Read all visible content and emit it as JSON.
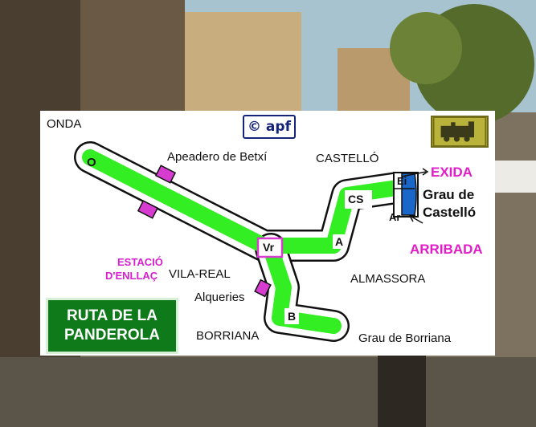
{
  "copyright": "© apf",
  "route_title": {
    "line1": "RUTA DE LA",
    "line2": "PANDEROLA"
  },
  "places": {
    "onda": "ONDA",
    "apeadero": "Apeadero de Betxí",
    "castello": "CASTELLÓ",
    "vila_real": "VILA-REAL",
    "alqueries": "Alqueries",
    "borriana": "BORRIANA",
    "almassora": "ALMASSORA",
    "grau_borriana": "Grau de Borriana",
    "grau_castello_1": "Grau de",
    "grau_castello_2": "Castelló",
    "estacio_1": "ESTACIÓ",
    "estacio_2": "D'ENLLAÇ",
    "exida": "EXIDA",
    "arribada": "ARRIBADA"
  },
  "station_codes": {
    "o": "O",
    "vr": "Vr",
    "a": "A",
    "cs": "CS",
    "b": "B",
    "ei": "Ei",
    "ar": "Ar"
  },
  "colors": {
    "route_green": "#33ee22",
    "track_outline": "#111111",
    "stop_magenta": "#d63ccf",
    "grau_blue": "#1b66c9",
    "label_magenta": "#d61fcf",
    "exida_magenta": "#e21cc8",
    "title_green": "#0e7a1a",
    "copyright_blue": "#15237a"
  }
}
